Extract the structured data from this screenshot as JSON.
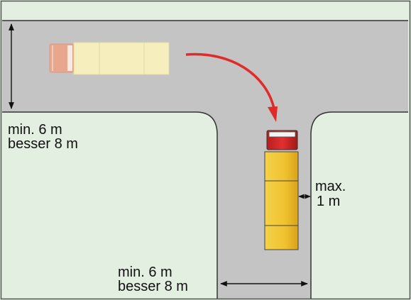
{
  "labels": {
    "road_width_line1": "min. 6 m",
    "road_width_line2": "besser 8 m",
    "side_road_width_line1": "min. 6 m",
    "side_road_width_line2": "besser 8 m",
    "clearance_line1": "max.",
    "clearance_line2": "1 m"
  },
  "colors": {
    "grass": "#e3f0e1",
    "road": "#c4c4c4",
    "outline": "#333333",
    "arrow_red": "#e02b2b",
    "cab_red": "#d92b2b",
    "trailer_yellow": "#f2c42a",
    "truck_faded_trailer": "#f7eebd",
    "truck_faded_cab": "#e8a68e"
  }
}
